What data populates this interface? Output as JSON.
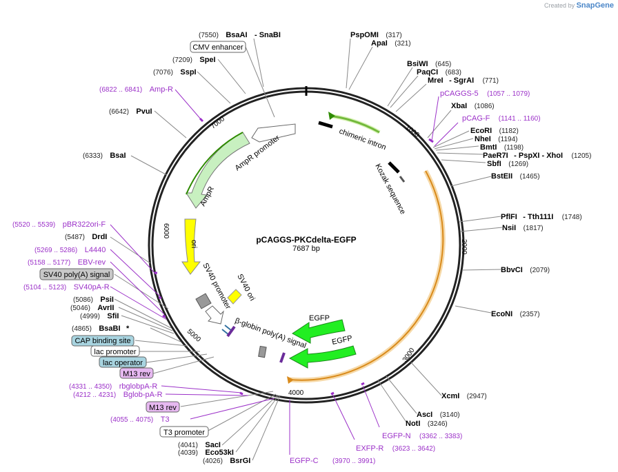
{
  "branding": {
    "prefix": "Created by",
    "name": "SnapGene"
  },
  "plasmid": {
    "name": "pCAGGS-PKCdelta-EGFP",
    "size_label": "7687 bp"
  },
  "ticks": [
    "1000",
    "2000",
    "3000",
    "4000",
    "5000",
    "6000",
    "7000"
  ],
  "enzymes": [
    {
      "pos": "(7550)",
      "name": "BsaAI",
      "extra": "-  SnaBI"
    },
    {
      "pos": "(7209)",
      "name": "SpeI"
    },
    {
      "pos": "(7076)",
      "name": "SspI"
    },
    {
      "pos": "(6642)",
      "name": "PvuI"
    },
    {
      "pos": "(6333)",
      "name": "BsaI"
    },
    {
      "pos": "(5487)",
      "name": "DrdI"
    },
    {
      "pos": "(5086)",
      "name": "PsiI"
    },
    {
      "pos": "(5046)",
      "name": "AvrII"
    },
    {
      "pos": "(4999)",
      "name": "SfiI"
    },
    {
      "pos": "(4865)",
      "name": "BsaBI",
      "extra": "*"
    },
    {
      "pos": "(4041)",
      "name": "SacI"
    },
    {
      "pos": "(4039)",
      "name": "Eco53kI"
    },
    {
      "pos": "(4026)",
      "name": "BsrGI"
    },
    {
      "name": "PspOMI",
      "pos": "(317)"
    },
    {
      "name": "ApaI",
      "pos": "(321)"
    },
    {
      "name": "BsiWI",
      "pos": "(645)"
    },
    {
      "name": "PaqCI",
      "pos": "(683)"
    },
    {
      "name": "MreI",
      "extra": "-  SgrAI",
      "pos": "(771)"
    },
    {
      "name": "XbaI",
      "pos": "(1086)"
    },
    {
      "name": "EcoRI",
      "pos": "(1182)"
    },
    {
      "name": "NheI",
      "pos": "(1194)"
    },
    {
      "name": "BmtI",
      "pos": "(1198)"
    },
    {
      "name": "PaeR7I",
      "extra": "-  PspXI   -  XhoI",
      "pos": "(1205)"
    },
    {
      "name": "SbfI",
      "pos": "(1269)"
    },
    {
      "name": "BstEII",
      "pos": "(1465)"
    },
    {
      "name": "PflFI",
      "extra": "-  Tth111I",
      "pos": "(1748)"
    },
    {
      "name": "NsiI",
      "pos": "(1817)"
    },
    {
      "name": "BbvCI",
      "pos": "(2079)"
    },
    {
      "name": "EcoNI",
      "pos": "(2357)"
    },
    {
      "name": "XcmI",
      "pos": "(2947)"
    },
    {
      "name": "AscI",
      "pos": "(3140)"
    },
    {
      "name": "NotI",
      "pos": "(3246)"
    }
  ],
  "primers": [
    {
      "range": "(6822 .. 6841)",
      "name": "Amp-R"
    },
    {
      "range": "(5520 .. 5539)",
      "name": "pBR322ori-F"
    },
    {
      "range": "(5269 .. 5286)",
      "name": "L4440"
    },
    {
      "range": "(5158 .. 5177)",
      "name": "EBV-rev"
    },
    {
      "range": "(5104 .. 5123)",
      "name": "SV40pA-R"
    },
    {
      "range": "(4331 .. 4350)",
      "name": "rbglobpA-R"
    },
    {
      "range": "(4212 .. 4231)",
      "name": "Bglob-pA-R"
    },
    {
      "range": "(4055 .. 4075)",
      "name": "T3"
    },
    {
      "name": "pCAGGS-5",
      "range": "(1057 .. 1079)"
    },
    {
      "name": "pCAG-F",
      "range": "(1141 .. 1160)"
    },
    {
      "name": "EGFP-N",
      "range": "(3362 .. 3383)"
    },
    {
      "name": "EXFP-R",
      "range": "(3623 .. 3642)"
    },
    {
      "name": "EGFP-C",
      "range": "(3970 .. 3991)"
    }
  ],
  "boxed_labels": [
    {
      "text": "CMV enhancer",
      "fill": "#ffffff"
    },
    {
      "text": "SV40 poly(A) signal",
      "fill": "#c8c8c8"
    },
    {
      "text": "CAP binding site",
      "fill": "#a8d4e0"
    },
    {
      "text": "lac promoter",
      "fill": "#ffffff"
    },
    {
      "text": "lac operator",
      "fill": "#a8d4e0"
    },
    {
      "text": "M13 rev",
      "fill": "#e6b8f0"
    },
    {
      "text": "M13 rev",
      "fill": "#e6b8f0"
    },
    {
      "text": "T3 promoter",
      "fill": "#ffffff"
    }
  ],
  "features": {
    "chimeric_intron": "chimeric intron",
    "kozak": "Kozak sequence",
    "ampr_promoter": "AmpR promoter",
    "ampr": "AmpR",
    "ori": "ori",
    "sv40_promoter": "SV40 promoter",
    "sv40_ori": "SV40 ori",
    "egfp1": "EGFP",
    "egfp2": "EGFP",
    "bglobin": "β-globin poly(A) signal"
  },
  "colors": {
    "primer": "#9b30c8",
    "ampr": "#c8f0c0",
    "ori": "#ffff00",
    "egfp": "#22ee22",
    "grey": "#999999",
    "intron_arc": "#2e8b00",
    "orange_arc": "#d98a1a"
  }
}
